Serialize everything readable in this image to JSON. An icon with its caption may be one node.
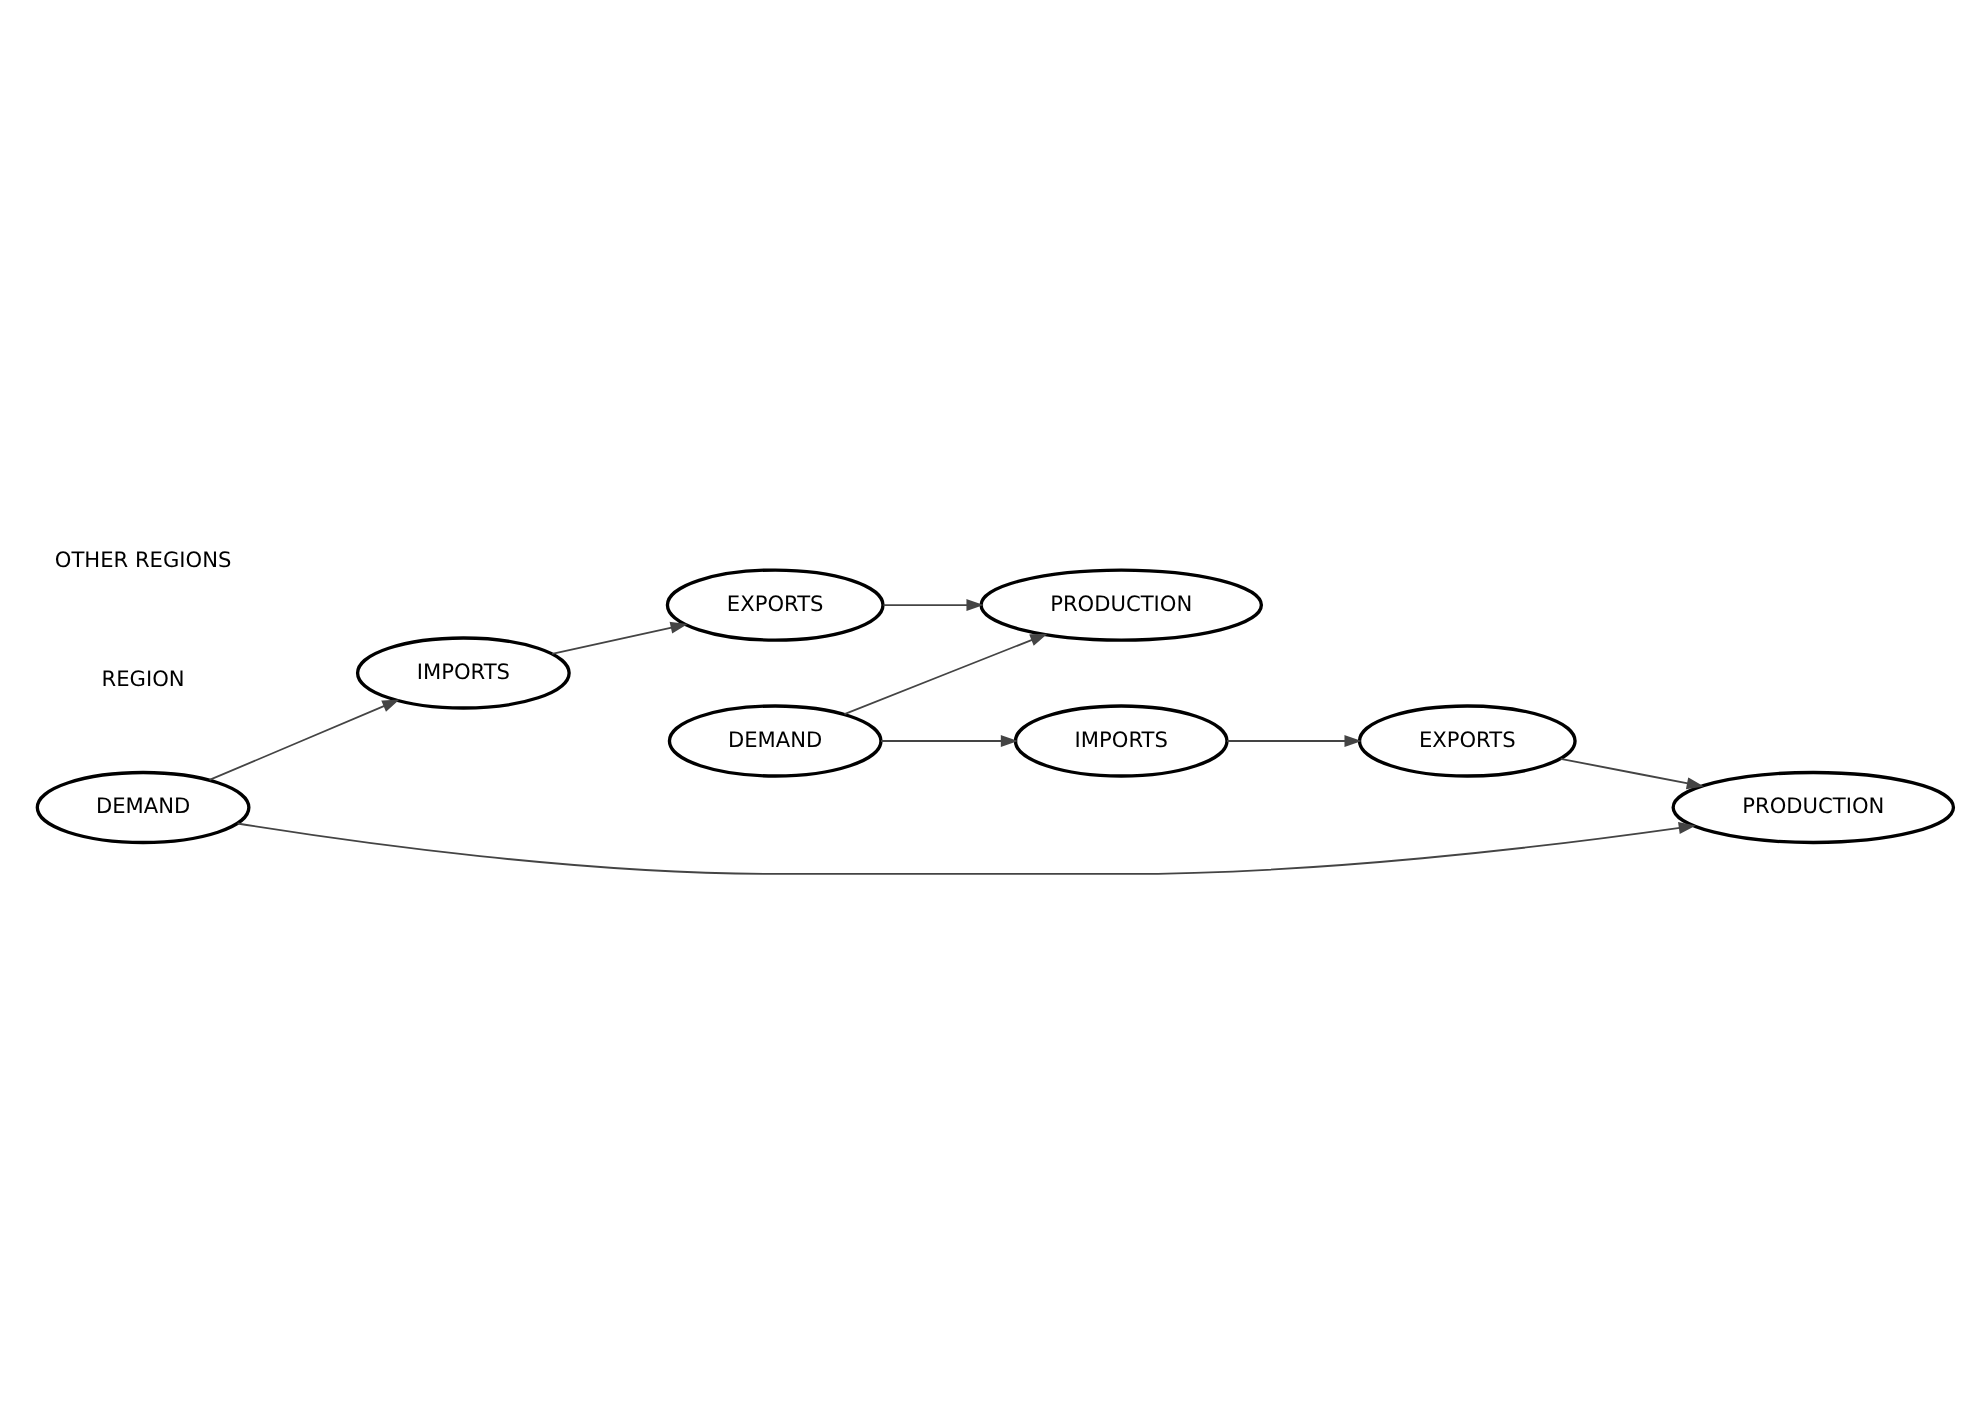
{
  "diagram": {
    "nodes": [
      {
        "text": [
          "EXPORTS"
        ]
      },
      {
        "text": [
          "IMPORTS"
        ]
      },
      {
        "text": [
          "DEMAND"
        ]
      },
      {
        "text": [
          "PRODUCTION"
        ]
      },
      {
        "text": [
          "PRODUCTION"
        ]
      },
      {
        "text": [
          "DEMAND"
        ]
      },
      {
        "text": [
          "IMPORTS"
        ]
      },
      {
        "text": [
          "EXPORTS"
        ]
      }
    ],
    "edges": [
      {
        "from": 1,
        "to": 0,
        "arrow": "to"
      },
      {
        "from": 0,
        "to": 3,
        "arrow": "to"
      },
      {
        "from": 2,
        "to": 3,
        "arrow": "to"
      },
      {
        "from": 5,
        "to": 4,
        "arrow": "to"
      },
      {
        "from": 5,
        "to": 1,
        "arrow": "to"
      },
      {
        "from": 2,
        "to": 6,
        "arrow": "to"
      },
      {
        "from": 6,
        "to": 7,
        "arrow": "to"
      },
      {
        "from": 7,
        "to": 4,
        "arrow": "to"
      }
    ],
    "labels": [
      "REGION",
      "OTHER REGIONS"
    ]
  }
}
